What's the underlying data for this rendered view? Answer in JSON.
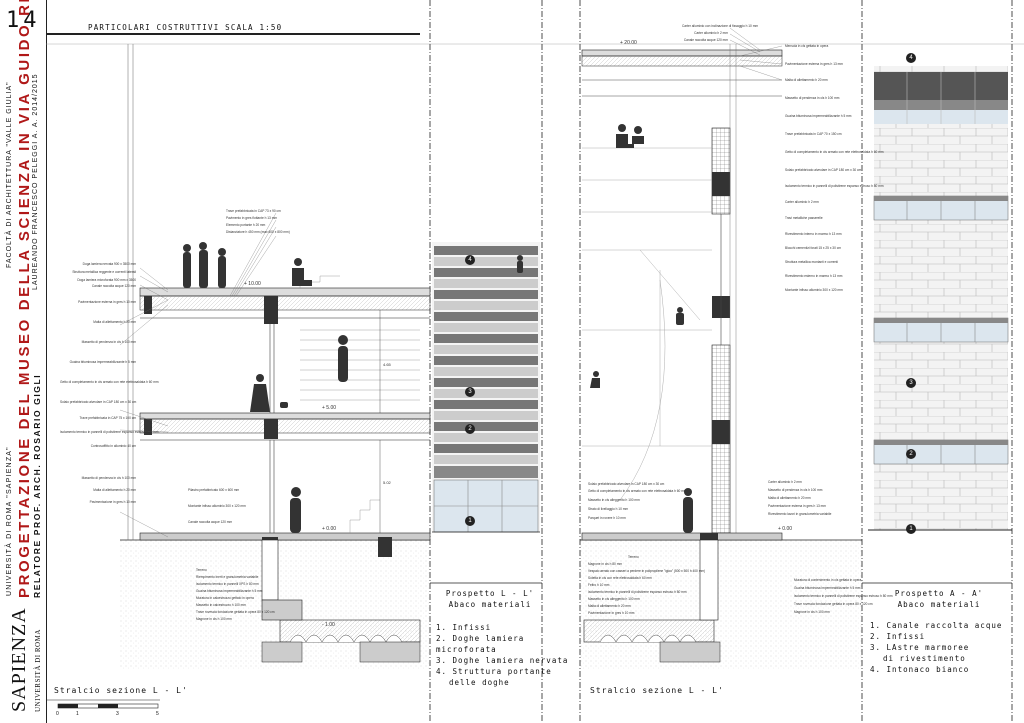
{
  "sheet": {
    "page_number": "14",
    "header_title": "PARTICOLARI COSTRUTTIVI SCALA 1:50",
    "project_title": "PROGETTAZIONE DEL MUSEO DELLA SCIENZA IN VIA GUIDO RENI",
    "university": "UNIVERSITÀ DI ROMA \"SAPIENZA\"",
    "faculty": "FACOLTÀ DI ARCHITETTURA \"VALLE GIULIA\"",
    "relatore": "RELATORE PROF. ARCH. ROSARIO GIGLI",
    "laureando": "LAUREANDO FRANCESCO PELEGGI A. A. 2014/2015",
    "logo_text": "SAPIENZA",
    "logo_sub": "UNIVERSITÀ DI ROMA"
  },
  "panels": {
    "section_ll_caption": "Stralcio sezione L - L'",
    "section_ll_caption_2": "Stralcio sezione L - L'",
    "scale_bar_labels": [
      "0",
      "1",
      "3",
      "5"
    ],
    "prospetto_ll": {
      "title": "Prospetto L - L'",
      "subtitle": "Abaco materiali",
      "items": [
        "1. Infissi",
        "2. Doghe lamiera microforata",
        "3. Doghe lamiera nervata",
        "4. Struttura portante",
        "delle doghe"
      ]
    },
    "prospetto_aa": {
      "title": "Prospetto A - A'",
      "subtitle": "Abaco materiali",
      "items": [
        "1. Canale raccolta acque",
        "2. Infissi",
        "3. LAstre marmoree",
        "di rivestimento",
        "4. Intonaco bianco"
      ]
    },
    "elevations_left": [
      {
        "label": "+ 10.00"
      },
      {
        "label": "+ 5.00"
      },
      {
        "label": "+ 0.00"
      },
      {
        "label": "- 1.00"
      }
    ],
    "elevations_right": [
      {
        "label": "+ 20.00"
      },
      {
        "label": "+ 0.00"
      }
    ],
    "dims": [
      "4.65",
      "5.02"
    ],
    "markers_ll": [
      "4",
      "3",
      "2",
      "1"
    ],
    "markers_aa": [
      "4",
      "3",
      "2",
      "1"
    ]
  },
  "annotations_left_top": [
    "Trave prefabbricata in CAP 73 x 90 cm",
    "Pavimento in gres flottante h 13 mm",
    "Elemento portante h 20 mm",
    "Distanziatore h 450 mm (max 600 x 800 mm)"
  ],
  "annotations_left": [
    "Doga lamiera nervata 900 x 3500 mm",
    "Struttura metallica reggente e correnti laterali",
    "Doga lamiera microforata 900 mm x 3500",
    "Canale raccolta acque 120 mm",
    "Pavimentazione esterna in gres h 10 mm",
    "Malta di allettamento h 20 mm",
    "Massetto di pendenza in cls h 100 mm",
    "Guaina bituminosa impermeabilizzante h 5 mm",
    "Getto di completamento in cls armato con rete elettrosaldata h 60 mm",
    "Solaio prefabbricato alveolare in CAP 180 cm x 30 cm",
    "Trave prefabbricata in CAP 75 x 100 cm",
    "Isolamento termico in pannelli di polistirene espanso estruso h 80 mm",
    "Controsoffitto in alluminio 40 cm",
    "Massetto di pendenza in cls h 100 mm",
    "Malta di allettamento h 20 mm",
    "Pavimentazione in gres h 10 mm"
  ],
  "annotations_left_mid": [
    "Pilastro prefabbricato 600 x 600 mm",
    "Montante infisso alluminio 300 x 120 mm",
    "Canale raccolta acque 120 mm"
  ],
  "annotations_left_bottom": [
    "Terreno",
    "Riempimento inerti e granulometria variabile",
    "Isolamento termico in pannelli XPS h 80 mm",
    "Guaina bituminosa impermeabilizzante h 5 mm",
    "Muratura in calcestruzzo gettato in opera",
    "Massetto in calcestruzzo h 100 mm",
    "Trave rovescia fondazione gettata in opera 80 x 120 cm",
    "Magrone in cls h 100 mm"
  ],
  "annotations_right_top": [
    "Carter alluminio con inclinazione di fissaggio h 10 mm",
    "Carter alluminio h 2 mm",
    "Canale raccolta acque 120 mm"
  ],
  "annotations_right": [
    "Mensola in cls gettata in opera",
    "Pavimentazione esterna in gres h 13 mm",
    "Malta di allettamento h 20 mm",
    "Massetto di pendenza in cls h 100 mm",
    "Guaina bituminosa impermeabilizzante h 5 mm",
    "Trave prefabbricata in CAP 70 x 150 cm",
    "Getto di completamento in cls armato con rete elettrosaldata h 60 mm",
    "Solaio prefabbricato alveolare in CAP 180 cm x 30 cm",
    "Isolamento termico in pannelli di polistirene espanso estruso h 80 mm",
    "Carter alluminio h 2 mm",
    "Travi metalliche passerelle",
    "Rivestimento interno in marmo h 13 mm",
    "Blocchi cementizi forati 15 x 25 x 30 cm",
    "Struttura metallica montanti e correnti",
    "Rivestimento esterno in marmo h 13 mm",
    "Montante infisso alluminio 300 x 120 mm"
  ],
  "annotations_right_bottom": [
    "Carter alluminio h 2 mm",
    "Massetto di pendenza in cls h 100 mm",
    "Malta di allettamento h 20 mm",
    "Pavimentazione esterna in gres h 13 mm",
    "Rivestimento lavori in granulometria variabile"
  ],
  "annotations_right_mid": [
    "Solaio prefabbricato alveolare in CAP 180 cm x 30 cm",
    "Getto di completamento in cls armato con rete elettrosaldata h 60 mm",
    "Massetto in cls alleggerito h 100 mm",
    "Strato di livellaggio h 10 mm",
    "Parquet in rovere h 10 mm"
  ],
  "annotations_right_foundation": [
    "Terreno",
    "Magrone in cls h 80 mm",
    "Vespaio aerato con casseri a perdere in polipropilene \"igloo\" (500 x 500 h 400 mm)",
    "Soletta in cls con rete elettrosaldata h 60 mm",
    "Feltro h 10 mm",
    "Isolamento termico in pannelli di polistirene espanso estruso h 80 mm",
    "Massetto in cls alleggerito h 100 mm",
    "Malta di allettamento h 20 mm",
    "Pavimentazione in gres h 10 mm",
    "Muratura di contenimento in cls gettata in opera",
    "Guaina bituminosa impermeabilizzante h 5 mm",
    "Isolamento termico in pannelli di polistirene espanso estruso h 80 mm",
    "Trave rovescia fondazione gettata in opera 80 x 120 cm",
    "Magrone in cls h 100 mm"
  ]
}
